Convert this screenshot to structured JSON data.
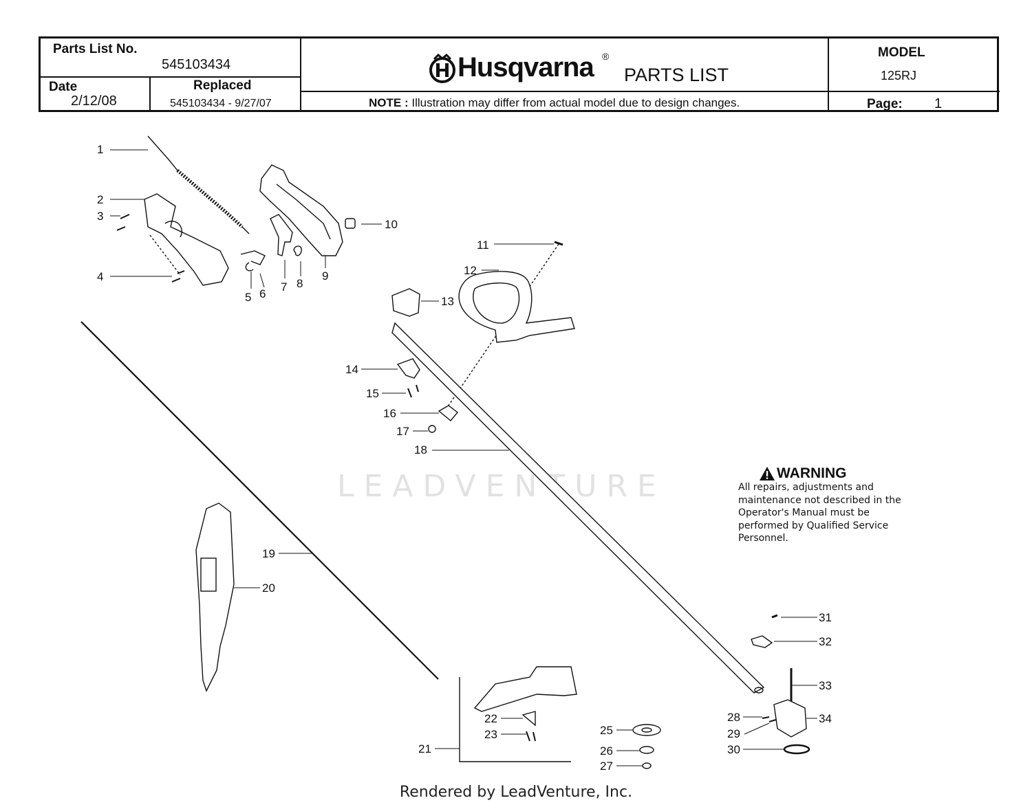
{
  "header": {
    "parts_list_label": "Parts List No.",
    "parts_list_no": "545103434",
    "date_label": "Date",
    "date": "2/12/08",
    "replaced_label": "Replaced",
    "replaced": "545103434 - 9/27/07",
    "brand": "Husqvarna",
    "registered": "®",
    "doc_title": "PARTS LIST",
    "note_label": "NOTE :",
    "note_text": "Illustration may differ from actual model due to design changes.",
    "model_label": "MODEL",
    "model": "125RJ",
    "page_label": "Page:",
    "page": "1"
  },
  "warning": {
    "title": "WARNING",
    "text": "All repairs, adjustments and maintenance not described in the Operator's Manual must be performed by Qualified Service Personnel."
  },
  "watermark": "LEADVENTURE",
  "footer": "Rendered by LeadVenture, Inc.",
  "callouts": [
    "1",
    "2",
    "3",
    "4",
    "5",
    "6",
    "7",
    "8",
    "9",
    "10",
    "11",
    "12",
    "13",
    "14",
    "15",
    "16",
    "17",
    "18",
    "19",
    "20",
    "21",
    "22",
    "23",
    "25",
    "26",
    "27",
    "28",
    "29",
    "30",
    "31",
    "32",
    "33",
    "34"
  ]
}
